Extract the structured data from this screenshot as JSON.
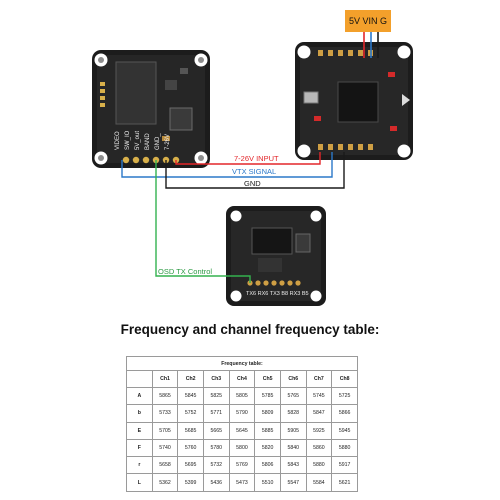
{
  "labels": {
    "vin_5v": "5V VIN G",
    "input_7_26v": "7-26V INPUT",
    "vtx_signal": "VTX SIGNAL",
    "gnd": "GND",
    "osd_tx": "OSD TX Control",
    "vtx_pads": [
      "VIDEO",
      "SW_IO",
      "5V_out",
      "BAND",
      "GND_",
      "7-26V"
    ],
    "osd_pads": "TX6 RX6 TX3 B8 RX3 B5"
  },
  "colors": {
    "red_wire": "#e3262a",
    "blue_wire": "#2b78c9",
    "black_wire": "#1a1a1a",
    "green_wire": "#34b24f",
    "vin_box": "#f3a02b"
  },
  "heading": "Frequency and channel frequency table:",
  "table": {
    "caption": "Frequency table:",
    "channels": [
      "Ch1",
      "Ch2",
      "Ch3",
      "Ch4",
      "Ch5",
      "Ch6",
      "Ch7",
      "Ch8"
    ],
    "rows": [
      {
        "band": "A",
        "values": [
          "5865",
          "5845",
          "5825",
          "5805",
          "5785",
          "5765",
          "5745",
          "5725"
        ]
      },
      {
        "band": "b",
        "values": [
          "5733",
          "5752",
          "5771",
          "5790",
          "5809",
          "5828",
          "5847",
          "5866"
        ]
      },
      {
        "band": "E",
        "values": [
          "5705",
          "5685",
          "5665",
          "5645",
          "5885",
          "5905",
          "5925",
          "5945"
        ]
      },
      {
        "band": "F",
        "values": [
          "5740",
          "5760",
          "5780",
          "5800",
          "5820",
          "5840",
          "5860",
          "5880"
        ]
      },
      {
        "band": "r",
        "values": [
          "5658",
          "5695",
          "5732",
          "5769",
          "5806",
          "5843",
          "5880",
          "5917"
        ]
      },
      {
        "band": "L",
        "values": [
          "5362",
          "5399",
          "5436",
          "5473",
          "5510",
          "5547",
          "5584",
          "5621"
        ]
      }
    ]
  }
}
